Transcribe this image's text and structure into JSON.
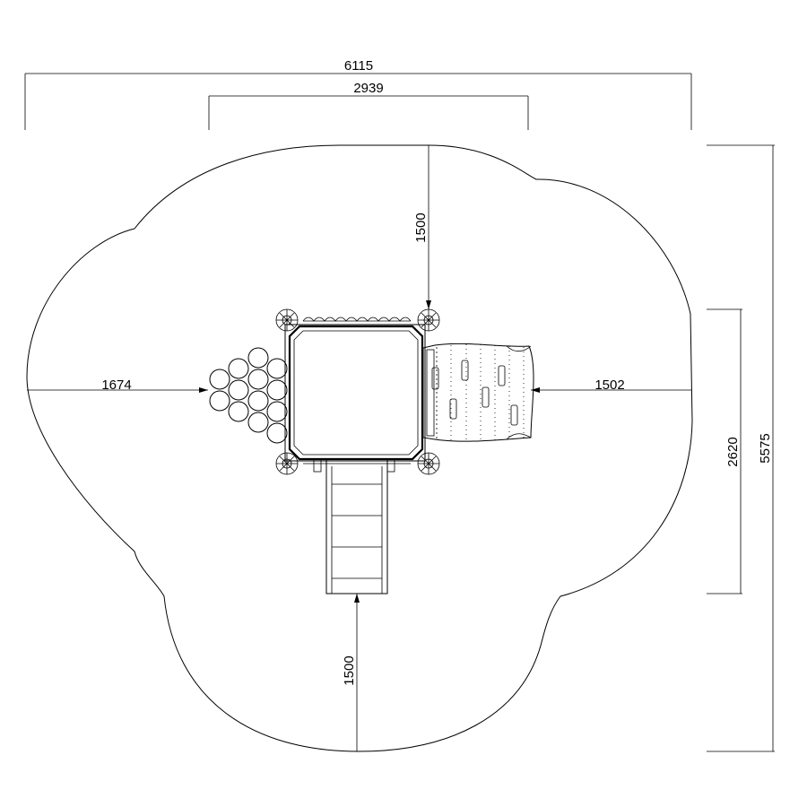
{
  "diagram": {
    "dimensions": {
      "overall_width": "6115",
      "platform_span": "2939",
      "overall_depth": "5575",
      "climbing_wall_zone": "2620",
      "left_clearance": "1674",
      "right_clearance": "1502",
      "top_clearance": "1500",
      "bottom_clearance": "1500"
    },
    "colors": {
      "line": "#000000",
      "background": "#ffffff"
    }
  }
}
